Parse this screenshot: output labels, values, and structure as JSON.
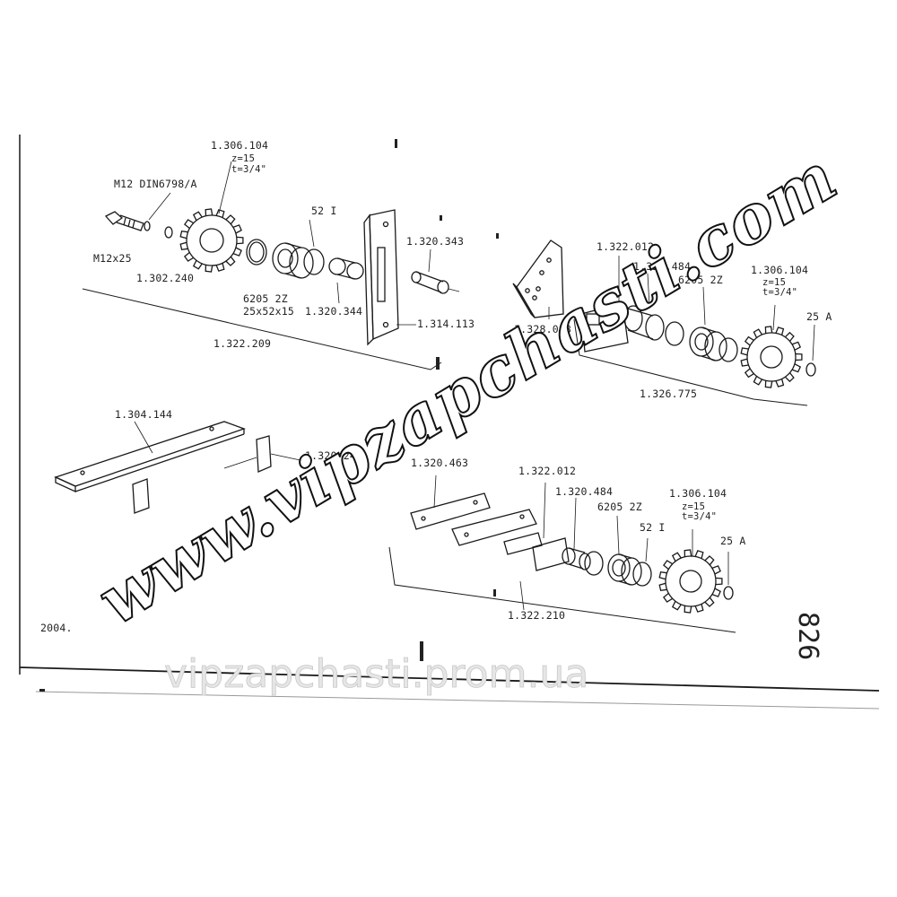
{
  "labels": {
    "l_1306104_a": "1.306.104",
    "l_z15_a": "z=15",
    "l_t34_a": "t=3/4\"",
    "l_m12din": "M12 DIN6798/A",
    "l_m12x25": "M12x25",
    "l_1302240": "1.302.240",
    "l_52i_a": "52 I",
    "l_6205_a": "6205 2Z",
    "l_25x52": "25x52x15",
    "l_1320344": "1.320.344",
    "l_1320343": "1.320.343",
    "l_1314113": "1.314.113",
    "l_1322209": "1.322.209",
    "l_1328083": "1.328.083",
    "l_1322012_a": "1.322.012",
    "l_1320484_a": "1.320.484",
    "l_6205_b": "6205 2Z",
    "l_1306104_b": "1.306.104",
    "l_z15_b": "z=15",
    "l_t34_b": "t=3/4\"",
    "l_25a_a": "25 A",
    "l_1326775": "1.326.775",
    "l_1304144": "1.304.144",
    "l_1320242": "1.320.242",
    "l_1320463": "1.320.463",
    "l_1322012_b": "1.322.012",
    "l_1320484_b": "1.320.484",
    "l_6205_c": "6205 2Z",
    "l_1306104_c": "1.306.104",
    "l_z15_c": "z=15",
    "l_t34_c": "t=3/4\"",
    "l_52i_b": "52 I",
    "l_25a_b": "25 A",
    "l_1322210": "1.322.210",
    "l_2004": "2004."
  },
  "page_number": "826",
  "watermark_main": "www.vipzapchasti.com",
  "watermark_url": "vipzapchasti.prom.ua",
  "colors": {
    "line": "#1a1a1a",
    "paper": "#ffffff",
    "watermark_fill": "#ffffff",
    "watermark_stroke": "#111111"
  }
}
